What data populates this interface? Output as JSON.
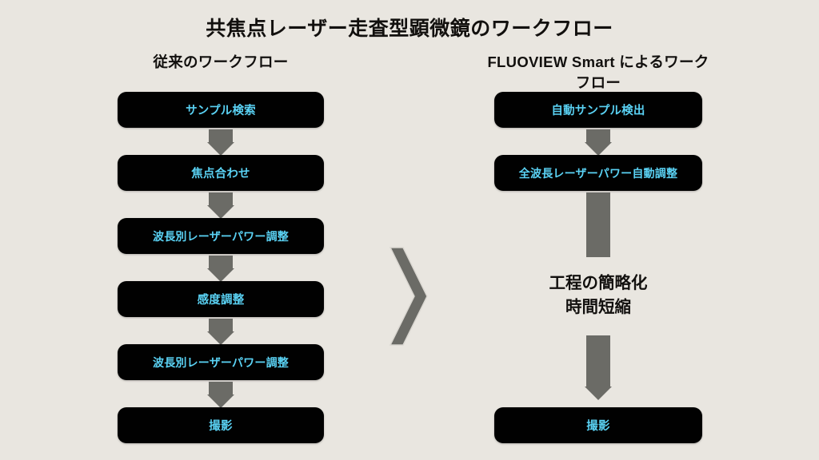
{
  "slide": {
    "title": "共焦点レーザー走査型顕微鏡のワークフロー",
    "background_color": "#e9e6e0",
    "node_color": "#010101",
    "node_text_color": "#5ad2f4",
    "arrow_color": "#6b6b66",
    "title_color": "#12100e"
  },
  "columns": {
    "left": {
      "title": "従来のワークフロー",
      "steps": [
        {
          "label": "サンプル検索"
        },
        {
          "label": "焦点合わせ"
        },
        {
          "label": "波長別レーザーパワー調整"
        },
        {
          "label": "感度調整"
        },
        {
          "label": "波長別レーザーパワー調整"
        },
        {
          "label": "撮影"
        }
      ]
    },
    "right": {
      "title": "FLUOVIEW Smart によるワークフロー",
      "steps": [
        {
          "label": "自動サンプル検出"
        },
        {
          "label": "全波長レーザーパワー自動調整"
        },
        {
          "label": "撮影"
        }
      ],
      "result": {
        "line1": "工程の簡略化",
        "line2": "時間短縮"
      }
    }
  },
  "connector": {
    "icon": "chevron-right-icon"
  }
}
